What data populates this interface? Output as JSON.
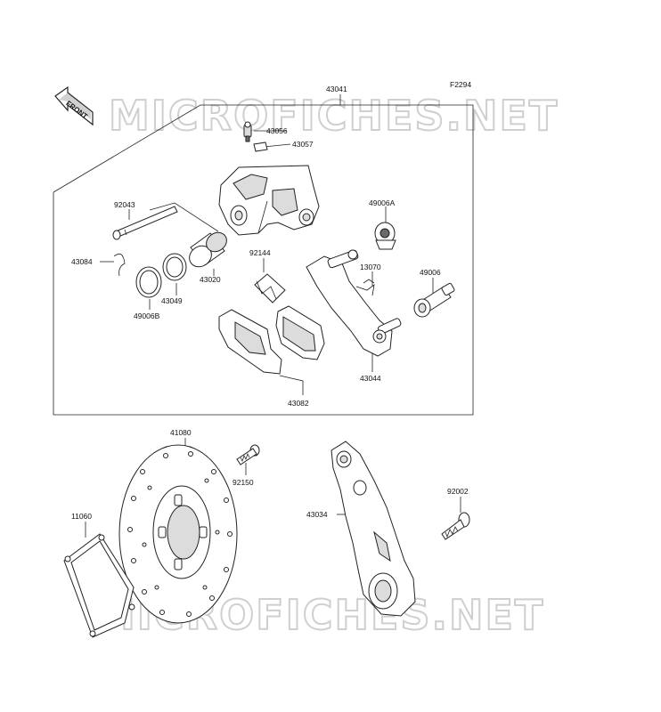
{
  "figure_code": "F2294",
  "front_label": "FRONT",
  "watermark_text": "MICROFICHES.NET",
  "parts": {
    "p43041": "43041",
    "p43056": "43056",
    "p43057": "43057",
    "p92043": "92043",
    "p49006A": "49006A",
    "p43084": "43084",
    "p92144": "92144",
    "p13070": "13070",
    "p43020": "43020",
    "p43049": "43049",
    "p49006": "49006",
    "p49006B": "49006B",
    "p43044": "43044",
    "p43082": "43082",
    "p41080": "41080",
    "p92150": "92150",
    "p11060": "11060",
    "p92002": "92002",
    "p43034": "43034"
  }
}
